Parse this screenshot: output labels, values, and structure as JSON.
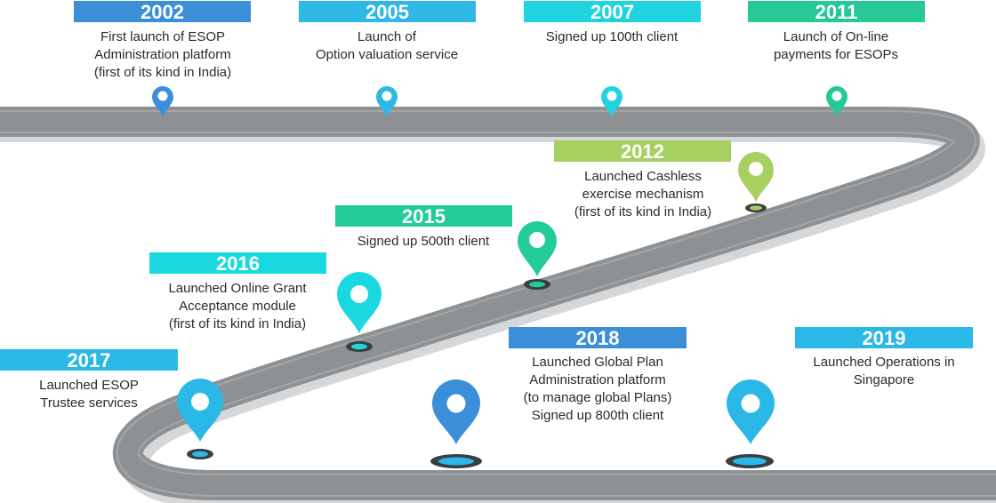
{
  "colors": {
    "road": "#8e9193",
    "road_shadow": "#d4d5d6",
    "edge": "#ffffff",
    "blue_dark": "#3b8fd8",
    "blue_mid": "#29b6e6",
    "cyan": "#21d6e0",
    "teal": "#23c896",
    "green_light": "#a2cd5a"
  },
  "milestones": [
    {
      "year": "2002",
      "text": "First launch of ESOP\nAdministration platform\n(first of its kind in India)",
      "color": "#3b8fd8",
      "icon": "map-pin-icon"
    },
    {
      "year": "2005",
      "text": "Launch of\nOption valuation service",
      "color": "#2fb8e6",
      "icon": "map-pin-icon"
    },
    {
      "year": "2007",
      "text": "Signed up 100th client",
      "color": "#1fd3df",
      "icon": "map-pin-icon"
    },
    {
      "year": "2011",
      "text": "Launch of On-line\npayments for ESOPs",
      "color": "#25c896",
      "icon": "map-pin-icon"
    },
    {
      "year": "2012",
      "text": "Launched Cashless\nexercise mechanism\n(first of its kind in India)",
      "color": "#a6d05f",
      "icon": "map-pin-icon"
    },
    {
      "year": "2015",
      "text": "Signed up 500th client",
      "color": "#21cc98",
      "icon": "map-pin-icon"
    },
    {
      "year": "2016",
      "text": "Launched Online Grant\nAcceptance module\n(first of its kind in India)",
      "color": "#1ad8e0",
      "icon": "map-pin-icon"
    },
    {
      "year": "2017",
      "text": "Launched ESOP\nTrustee services",
      "color": "#2ab8e6",
      "icon": "map-pin-icon"
    },
    {
      "year": "2018",
      "text": "Launched Global Plan\nAdministration platform\n(to manage global Plans)\nSigned up 800th client",
      "color": "#3b8fd8",
      "icon": "map-pin-icon"
    },
    {
      "year": "2019",
      "text": "Launched Operations in\nSingapore",
      "color": "#2ab8e6",
      "icon": "map-pin-icon"
    }
  ]
}
